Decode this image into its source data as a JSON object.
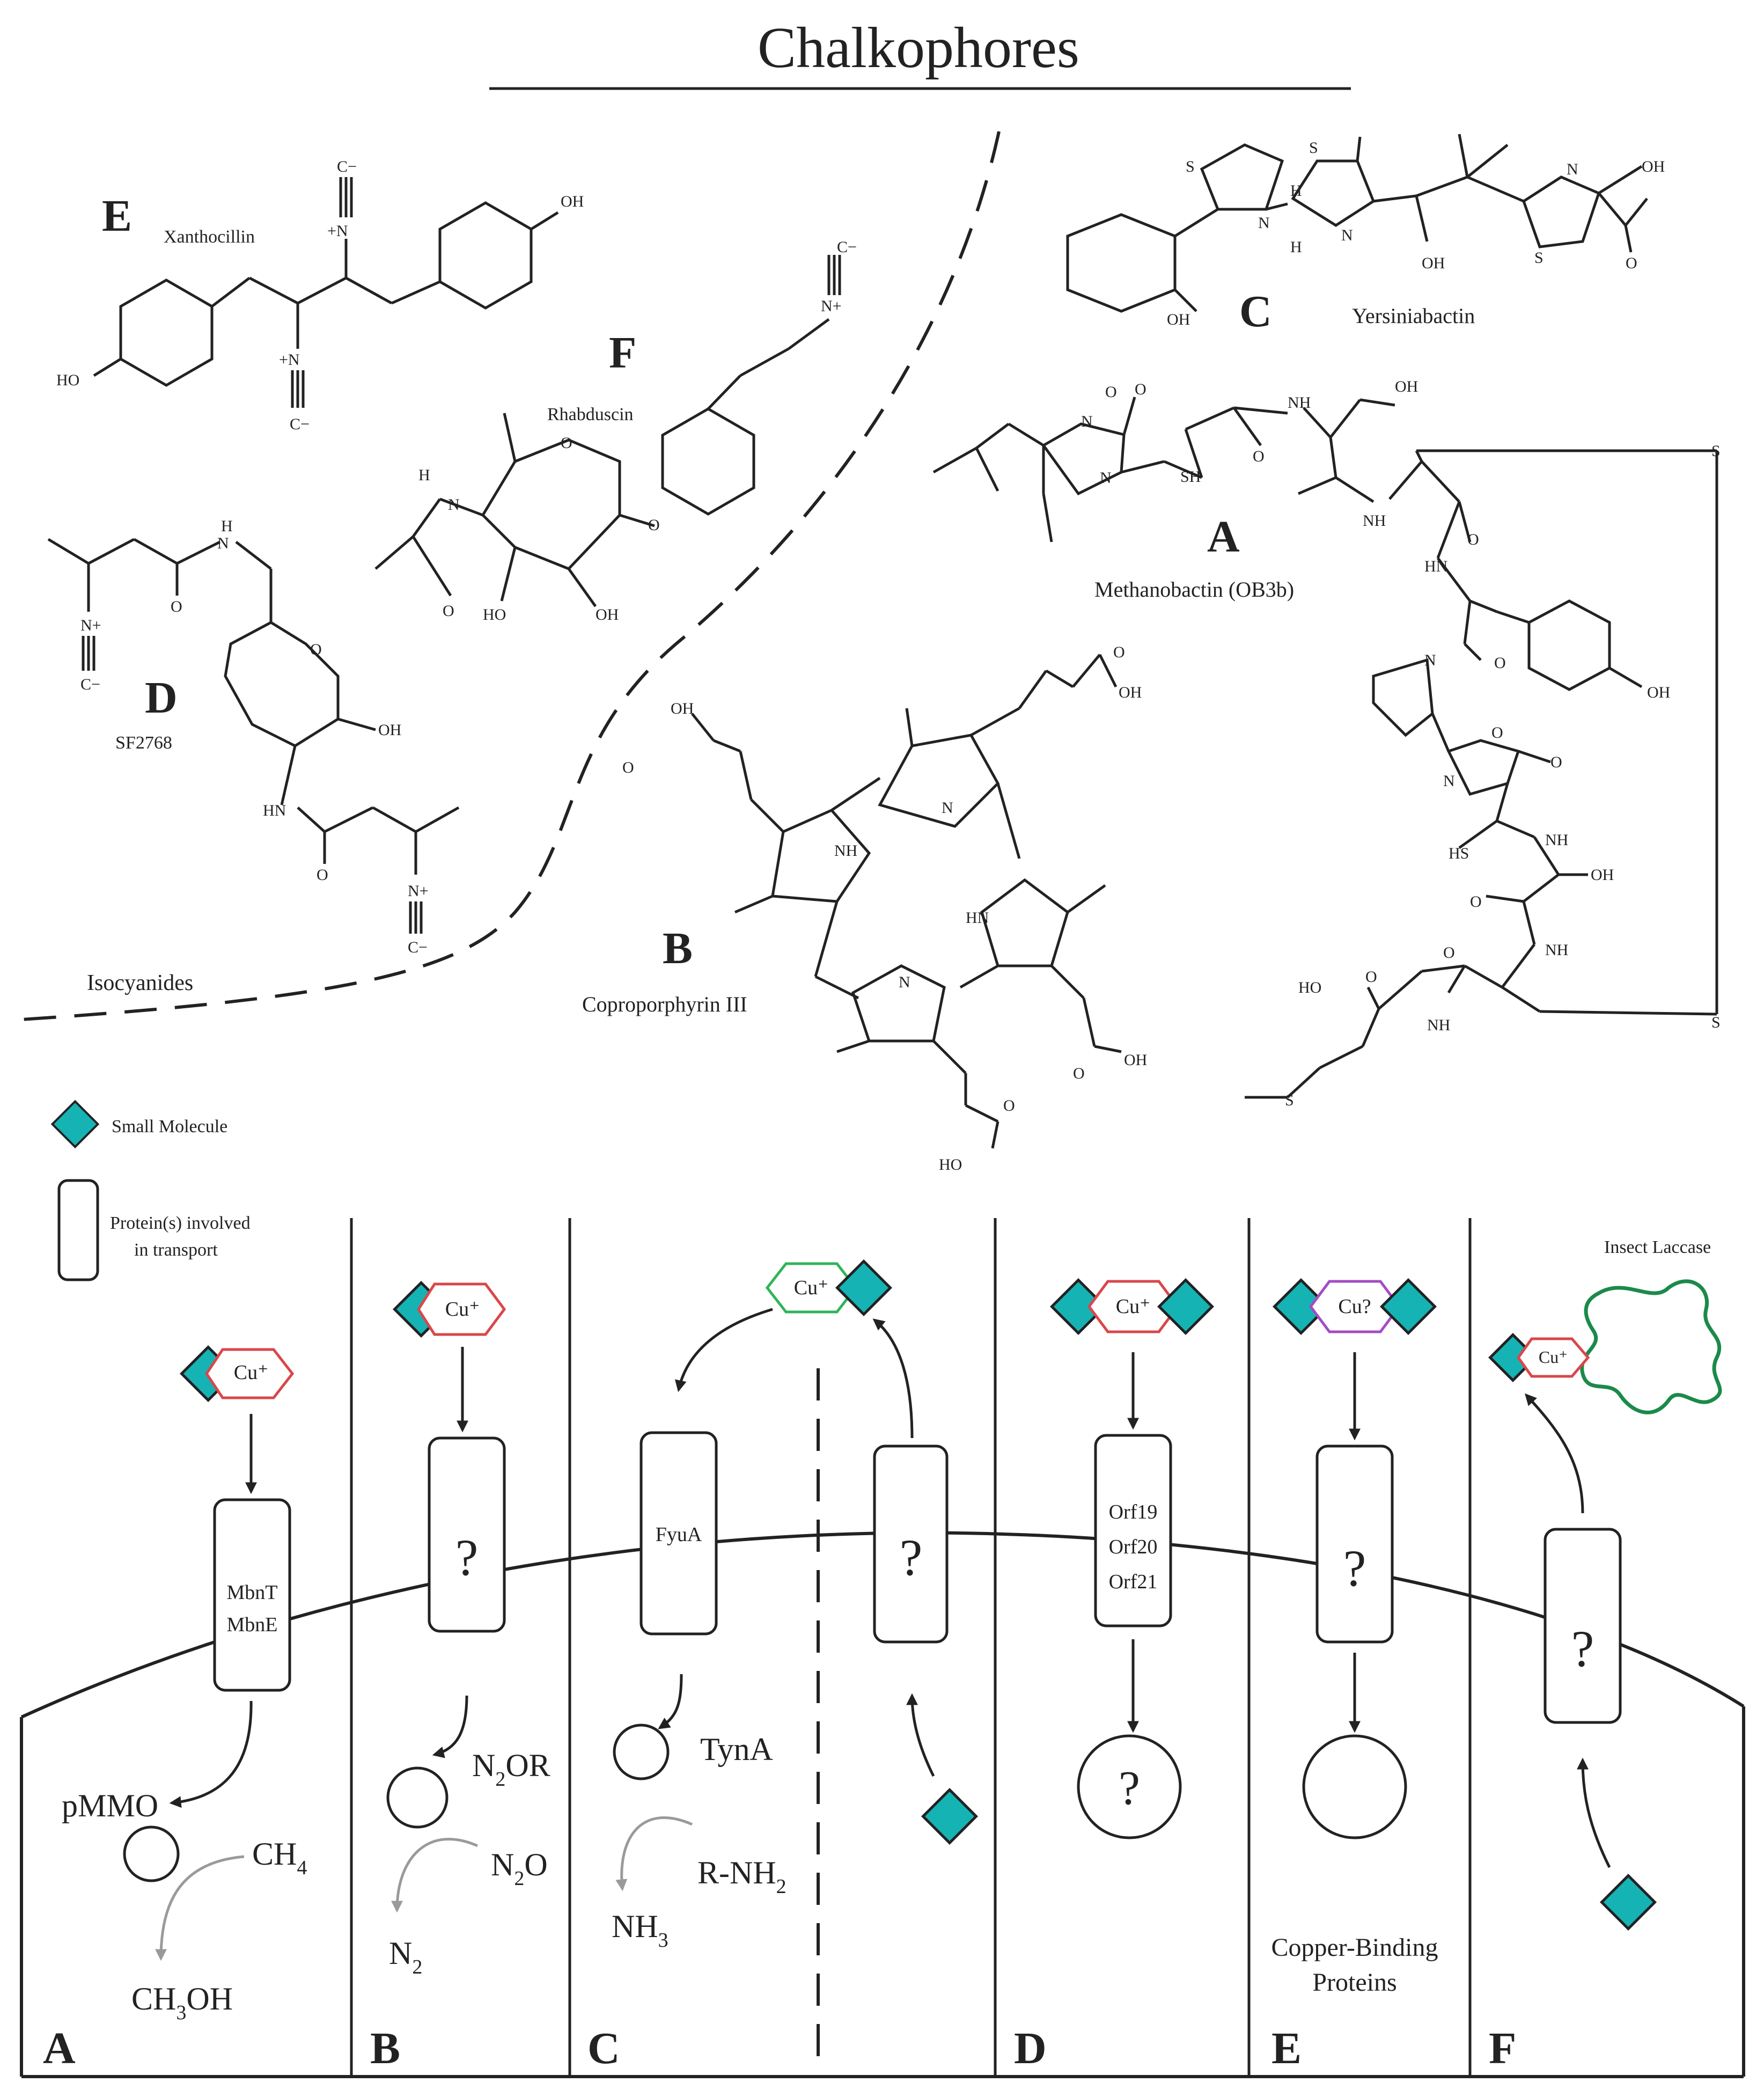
{
  "header": {
    "title": "Chalkophores"
  },
  "colors": {
    "teal": "#16b3b5",
    "cu_red": "#d9474a",
    "cu_green": "#2fb45a",
    "cu_purple": "#a34cc4",
    "laccase_green": "#1b8a4a",
    "line": "#222222",
    "gray_arrow": "#9a9a9a"
  },
  "structures": {
    "E": {
      "letter": "E",
      "name": "Xanthocillin"
    },
    "F": {
      "letter": "F",
      "name": "Rhabduscin"
    },
    "D": {
      "letter": "D",
      "name": "SF2768"
    },
    "C": {
      "letter": "C",
      "name": "Yersiniabactin"
    },
    "A": {
      "letter": "A",
      "name": "Methanobactin (OB3b)"
    },
    "B": {
      "letter": "B",
      "name": "Coproporphyrin III"
    },
    "group_label": "Isocyanides",
    "atoms": {
      "oh": "OH",
      "ho": "HO",
      "n": "N",
      "nplus": "+N",
      "nplus2": "N+",
      "c": "C",
      "cminus": "C−",
      "o": "O",
      "s": "S",
      "h": "H",
      "sh": "SH",
      "hs": "HS",
      "nh": "NH",
      "hn": "HN"
    }
  },
  "legend": {
    "small_molecule": "Small Molecule",
    "protein_line1": "Protein(s) involved",
    "protein_line2": "in transport"
  },
  "panels": {
    "A": {
      "letter": "A",
      "cu": "Cu⁺",
      "transporter": [
        "MbnT",
        "MbnE"
      ],
      "enzyme": "pMMO",
      "substrate": "CH",
      "substrate_sub": "4",
      "product": "CH",
      "product_sub": "3",
      "product_tail": "OH"
    },
    "B": {
      "letter": "B",
      "cu": "Cu⁺",
      "transporter": "?",
      "enzyme": "N",
      "enzyme_sub": "2",
      "enzyme_tail": "OR",
      "substrate": "N",
      "substrate_sub": "2",
      "substrate_tail": "O",
      "product": "N",
      "product_sub": "2"
    },
    "C": {
      "letter": "C",
      "cu": "Cu⁺",
      "transporter_in": "FyuA",
      "transporter_out": "?",
      "enzyme": "TynA",
      "substrate": "R-NH",
      "substrate_sub": "2",
      "product": "NH",
      "product_sub": "3"
    },
    "D": {
      "letter": "D",
      "cu": "Cu⁺",
      "transporter": [
        "Orf19",
        "Orf20",
        "Orf21"
      ],
      "target": "?"
    },
    "E": {
      "letter": "E",
      "cu": "Cu?",
      "transporter": "?",
      "target_line1": "Copper-Binding",
      "target_line2": "Proteins"
    },
    "F": {
      "letter": "F",
      "cu": "Cu⁺",
      "transporter": "?",
      "laccase": "Insect Laccase"
    }
  }
}
